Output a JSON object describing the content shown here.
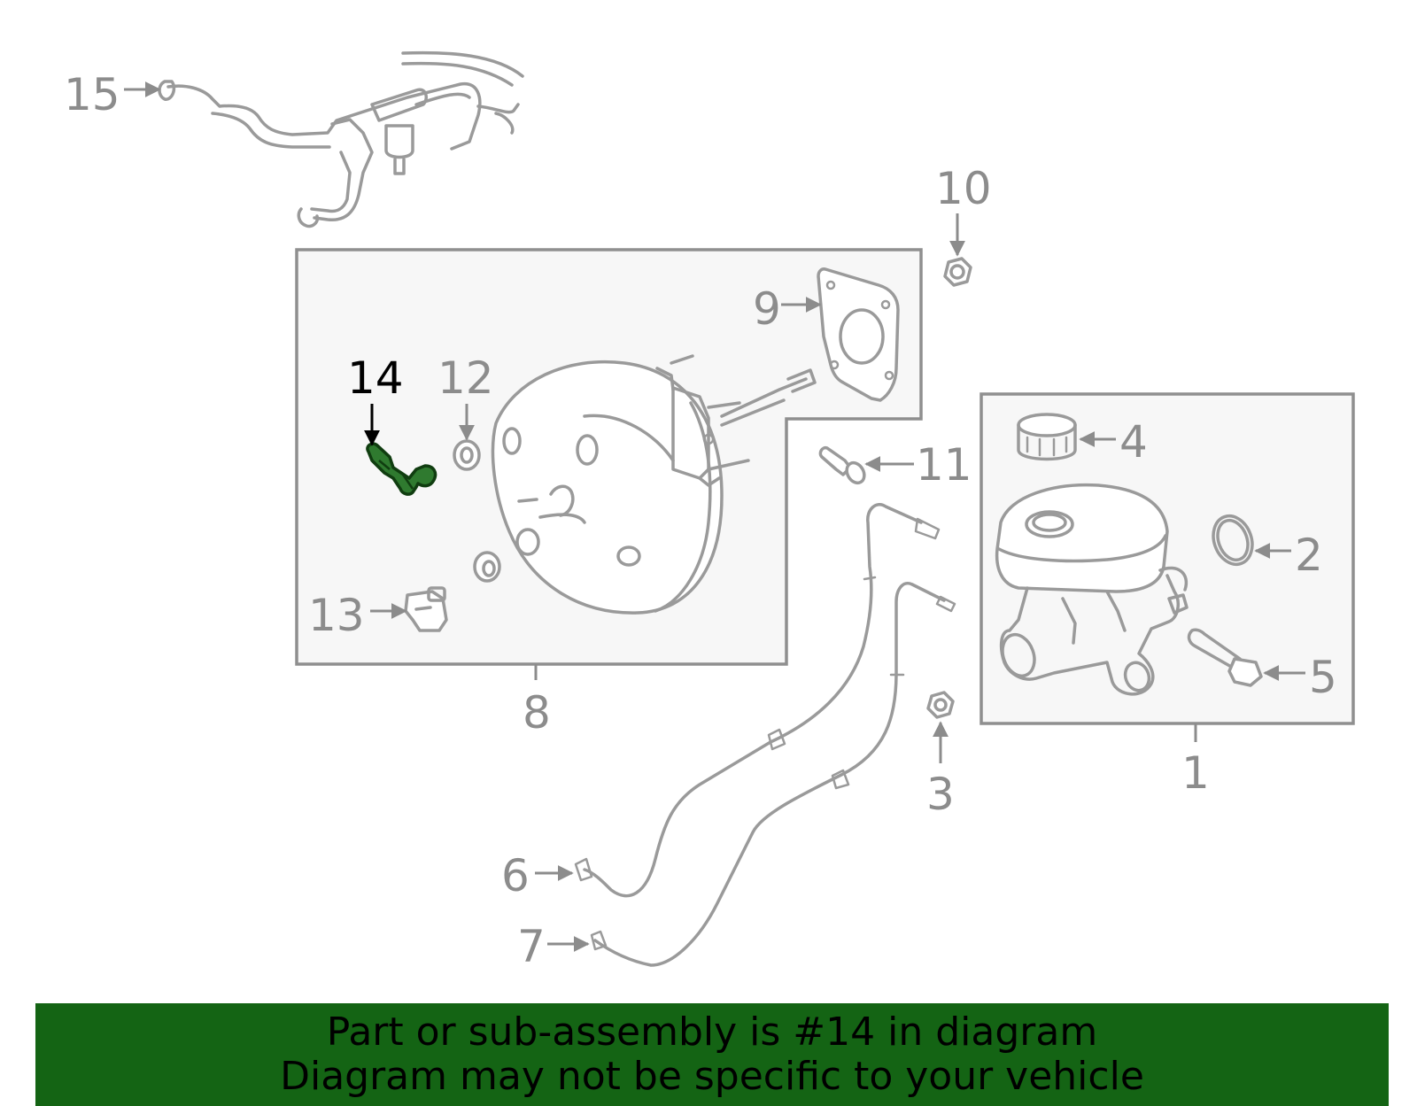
{
  "callouts": {
    "c1": "1",
    "c2": "2",
    "c3": "3",
    "c4": "4",
    "c5": "5",
    "c6": "6",
    "c7": "7",
    "c8": "8",
    "c9": "9",
    "c10": "10",
    "c11": "11",
    "c12": "12",
    "c13": "13",
    "c14": "14",
    "c15": "15"
  },
  "highlighted_part": "14",
  "colors": {
    "highlight_part": "#2f7a2f",
    "banner_background": "#146414",
    "callout_gray": "#8c8c8c",
    "callout_highlight": "#000000"
  },
  "banner": {
    "line1": "Part or sub-assembly is #14 in diagram",
    "line2": "Diagram may not be specific to your vehicle"
  }
}
